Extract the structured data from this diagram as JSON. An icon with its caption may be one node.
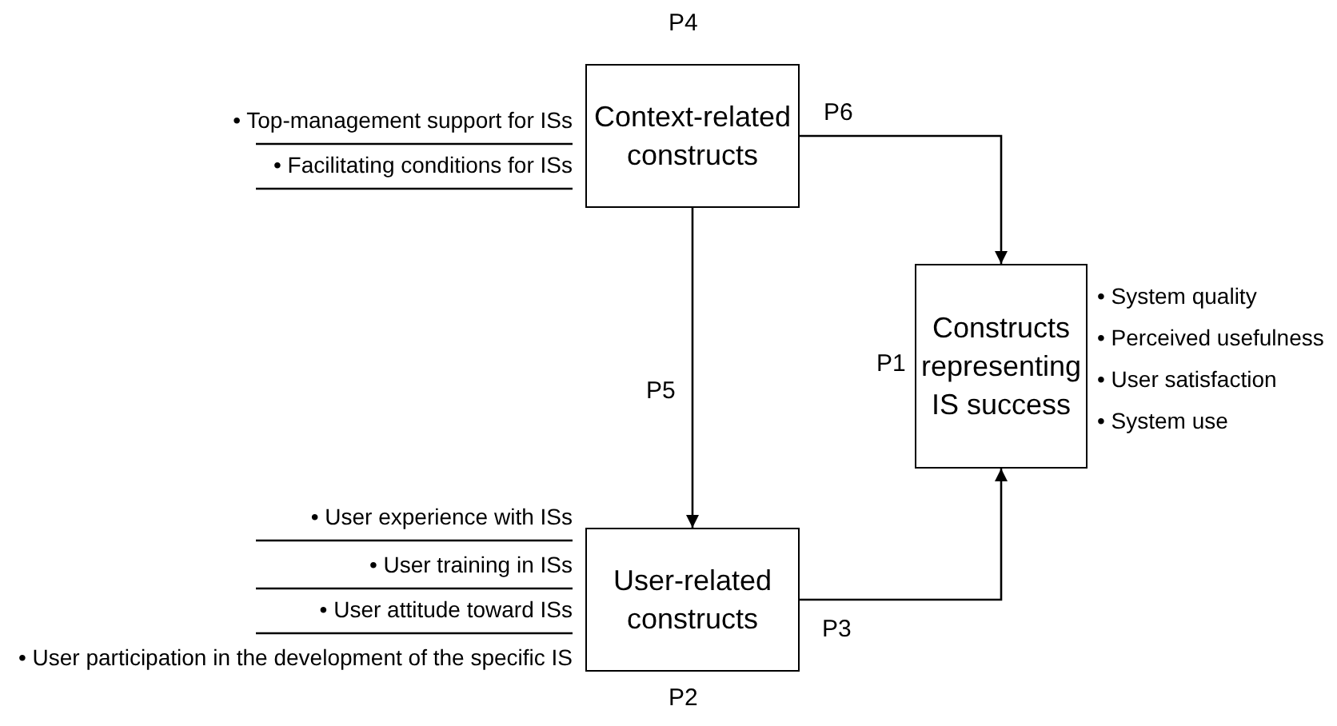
{
  "diagram": {
    "nodes": [
      {
        "text": [
          "Context-related constructs"
        ],
        "beside": [
          "P4"
        ]
      },
      {
        "text": [
          "Constructs representing IS success"
        ],
        "beside": [
          "P1"
        ]
      },
      {
        "text": [
          "User-related constructs"
        ],
        "beside": [
          "P2"
        ]
      }
    ],
    "edges": [
      {
        "from": 0,
        "to": 1,
        "arrow": "to",
        "label": "P6"
      },
      {
        "from": 0,
        "to": 2,
        "arrow": "to",
        "label": "P5"
      },
      {
        "from": 2,
        "to": 1,
        "arrow": "to",
        "label": "P3"
      }
    ],
    "labels": [
      "• Top-management support for ISs",
      "• Facilitating conditions for ISs",
      "• System quality",
      "• Perceived usefulness",
      "• User satisfaction",
      "• System use",
      "• User experience with ISs",
      "• User training in ISs",
      "• User attitude toward ISs",
      "• User participation in the development of the specific IS"
    ]
  }
}
